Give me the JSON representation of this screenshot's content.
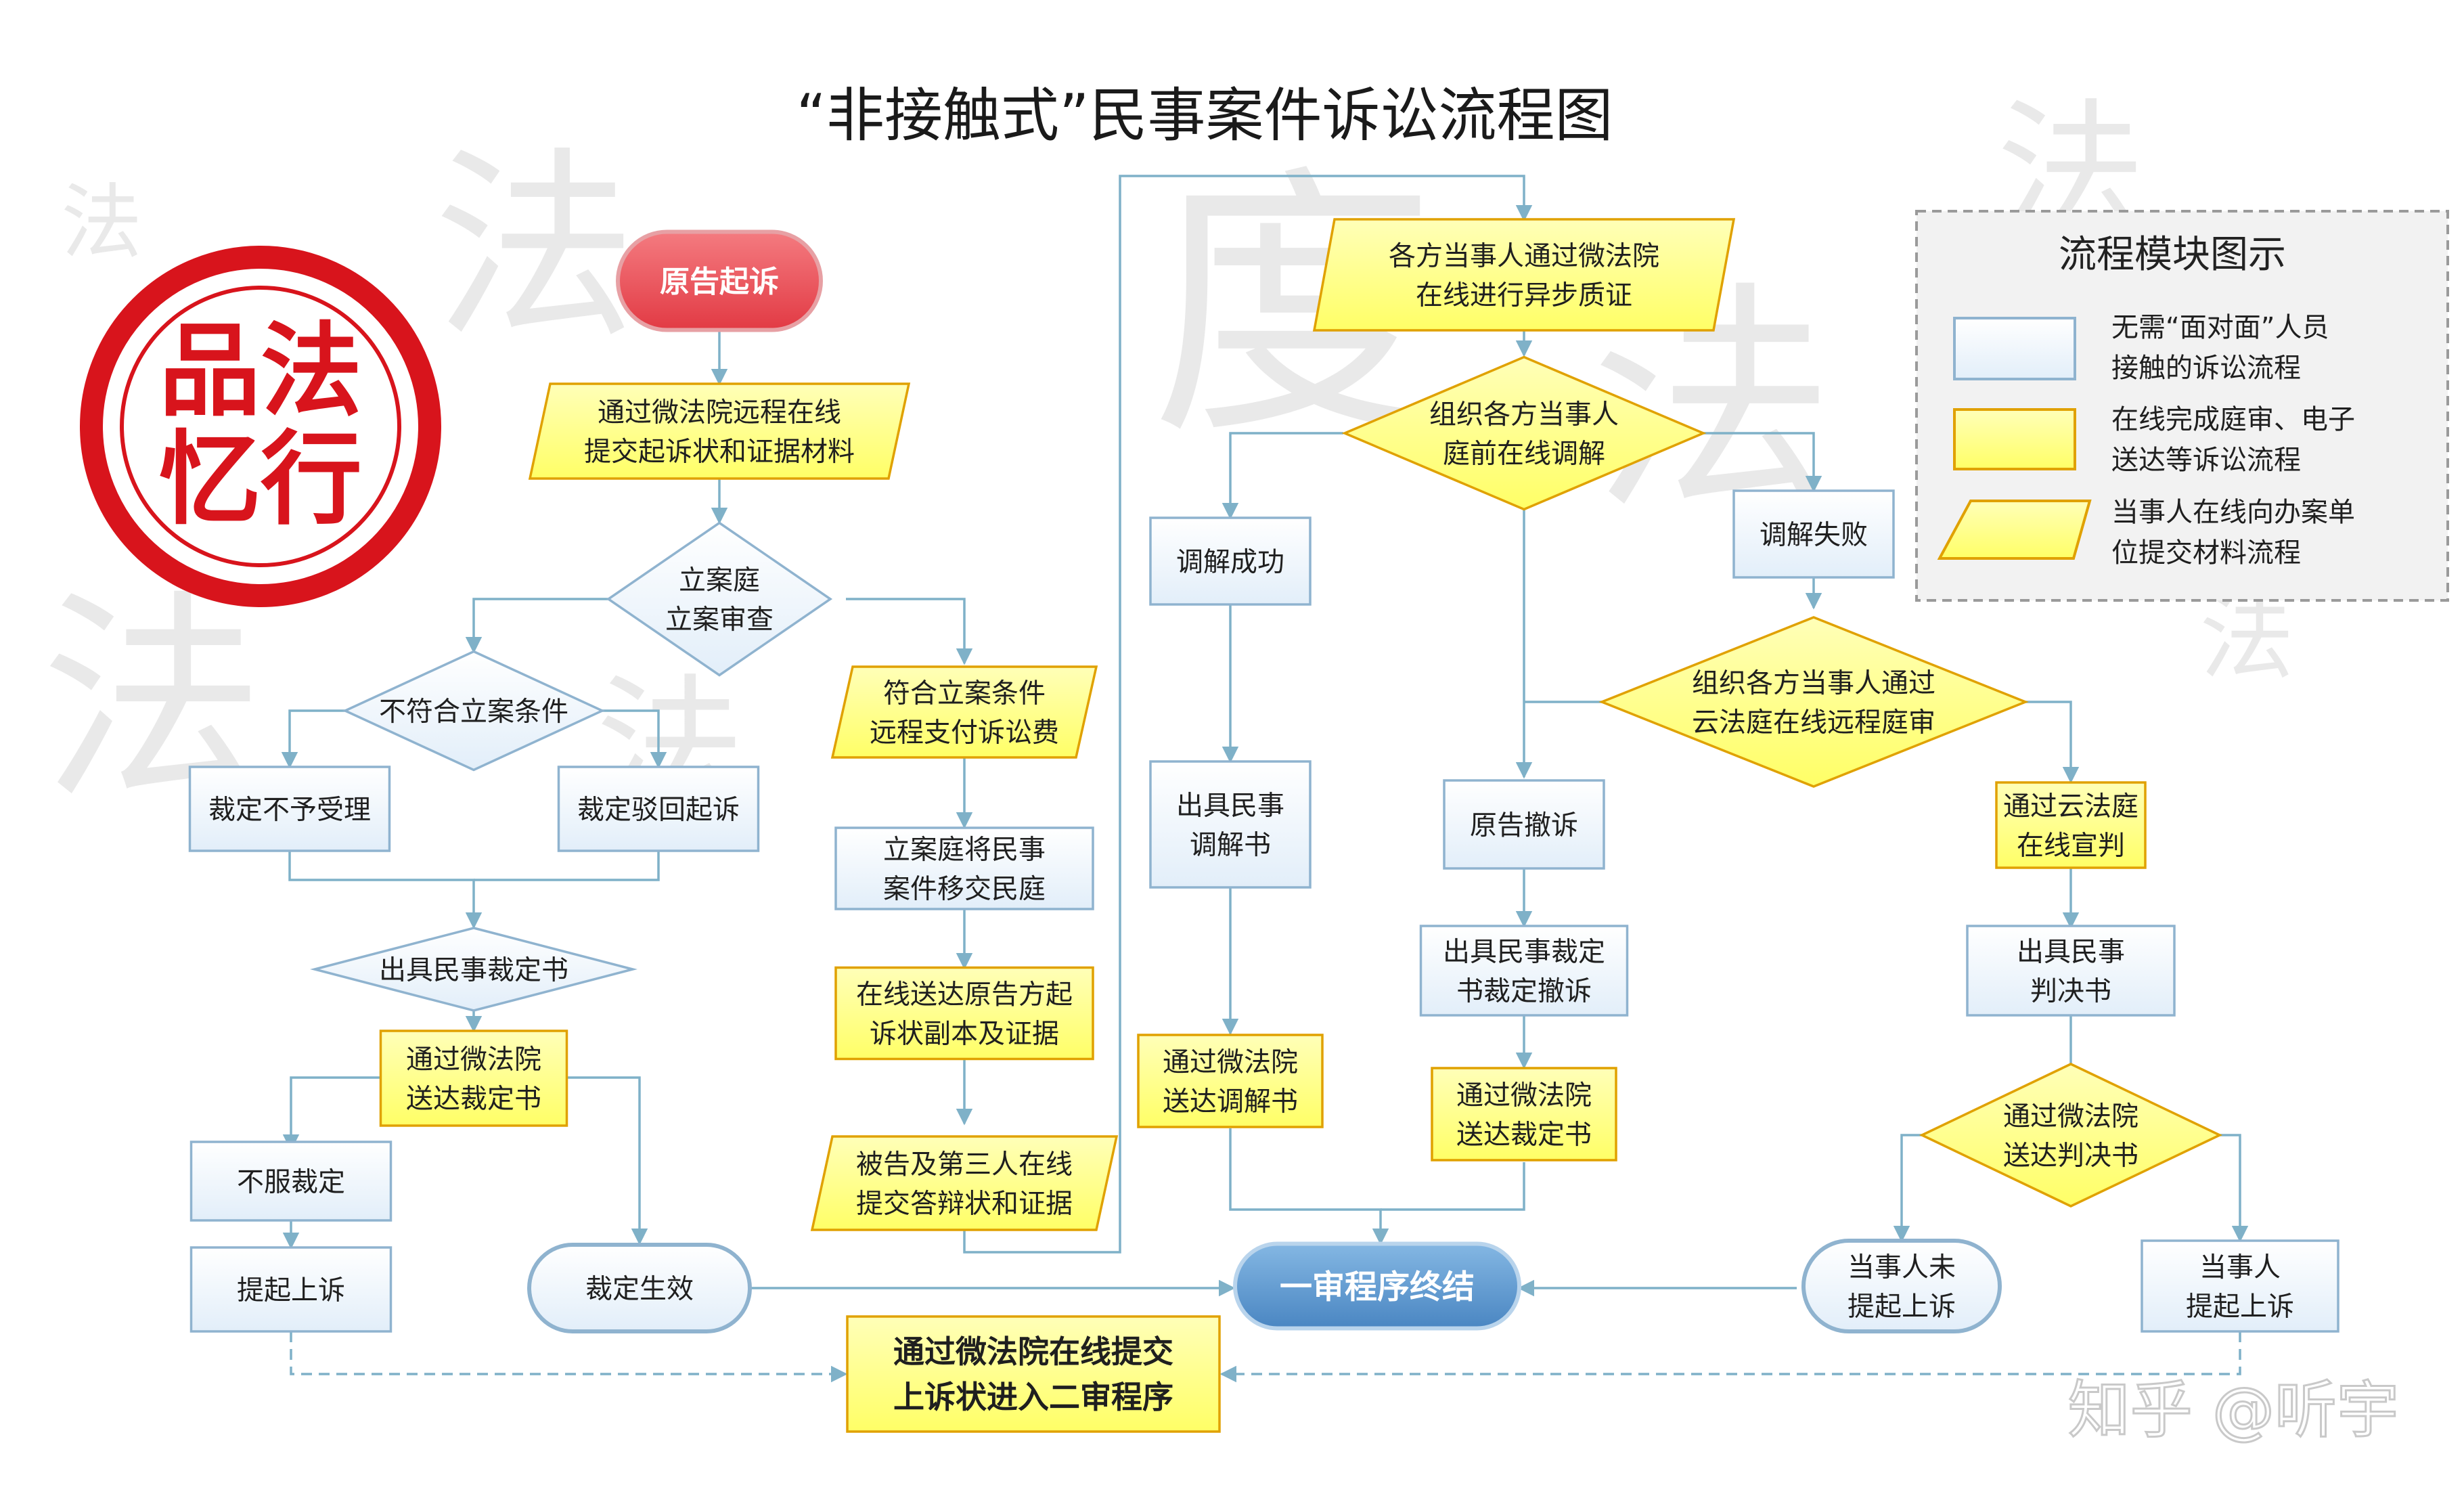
{
  "title": "“非接触式”民事案件诉讼流程图",
  "seal": [
    "品法",
    "忆行"
  ],
  "watermark_chars": [
    "法",
    "法",
    "度",
    "法",
    "法",
    "法",
    "法",
    "法"
  ],
  "credit": "知乎 @听宇",
  "colors": {
    "start_fill": "#e84a52",
    "end_fill": "#5b9bd5",
    "blue_fill": "#eaf3fb",
    "blue_stroke": "#8fb3cf",
    "yellow_fill": "#ffff8c",
    "yellow_stroke": "#e0a100",
    "seal_red": "#d8141c",
    "line": "#7fb1c8",
    "legend_bg": "#f2f2f2",
    "legend_border": "#9a9a9a"
  },
  "nodes": {
    "start": [
      "原告起诉"
    ],
    "submit": [
      "通过微法院远程在线",
      "提交起诉状和证据材料"
    ],
    "review": [
      "立案庭",
      "立案审查"
    ],
    "notqualified": [
      "不符合立案条件"
    ],
    "reject_accept": [
      "裁定不予受理"
    ],
    "reject_suit": [
      "裁定驳回起诉"
    ],
    "ruling": [
      "出具民事裁定书"
    ],
    "deliver_ruling": [
      "通过微法院",
      "送达裁定书"
    ],
    "disagree": [
      "不服裁定"
    ],
    "appeal_left": [
      "提起上诉"
    ],
    "ruling_effective": [
      "裁定生效"
    ],
    "qualified": [
      "符合立案条件",
      "远程支付诉讼费"
    ],
    "transfer": [
      "立案庭将民事",
      "案件移交民庭"
    ],
    "serve_copy": [
      "在线送达原告方起",
      "诉状副本及证据"
    ],
    "defendant": [
      "被告及第三人在线",
      "提交答辩状和证据"
    ],
    "async": [
      "各方当事人通过微法院",
      "在线进行异步质证"
    ],
    "mediate": [
      "组织各方当事人",
      "庭前在线调解"
    ],
    "mediate_ok": [
      "调解成功"
    ],
    "mediate_fail": [
      "调解失败"
    ],
    "mediation_doc": [
      "出具民事",
      "调解书"
    ],
    "deliver_mediation": [
      "通过微法院",
      "送达调解书"
    ],
    "remote_trial": [
      "组织各方当事人通过",
      "云法庭在线远程庭审"
    ],
    "withdraw": [
      "原告撤诉"
    ],
    "withdraw_ruling": [
      "出具民事裁定",
      "书裁定撤诉"
    ],
    "deliver_withdraw": [
      "通过微法院",
      "送达裁定书"
    ],
    "cloud_judgment": [
      "通过云法庭",
      "在线宣判"
    ],
    "judgment_doc": [
      "出具民事",
      "判决书"
    ],
    "deliver_judgment": [
      "通过微法院",
      "送达判决书"
    ],
    "no_appeal": [
      "当事人未",
      "提起上诉"
    ],
    "party_appeal": [
      "当事人",
      "提起上诉"
    ],
    "end": [
      "一审程序终结"
    ],
    "second_instance": [
      "通过微法院在线提交",
      "上诉状进入二审程序"
    ]
  },
  "legend": {
    "title": "流程模块图示",
    "items": [
      {
        "shape": "rect-blue",
        "lines": [
          "无需“面对面”人员",
          "接触的诉讼流程"
        ]
      },
      {
        "shape": "rect-yellow",
        "lines": [
          "在线完成庭审、电子",
          "送达等诉讼流程"
        ]
      },
      {
        "shape": "para-yellow",
        "lines": [
          "当事人在线向办案单",
          "位提交材料流程"
        ]
      }
    ]
  }
}
